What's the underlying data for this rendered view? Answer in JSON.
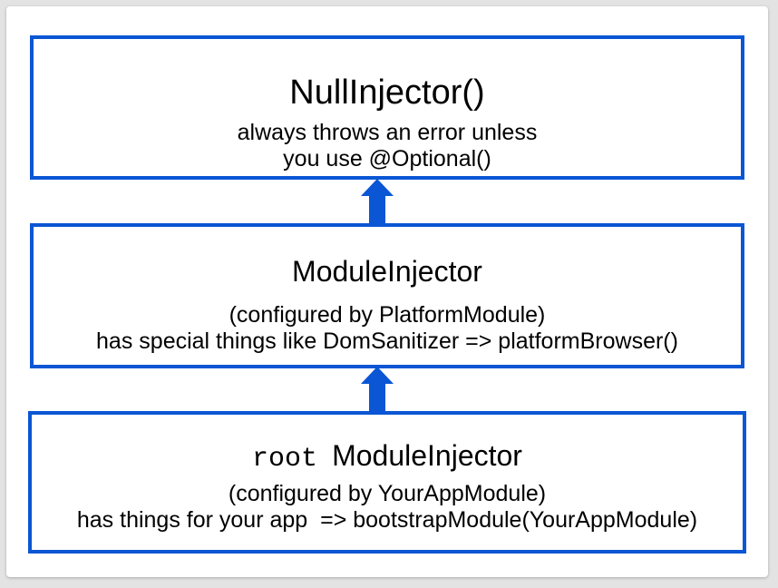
{
  "colors": {
    "border": "#0a56d4",
    "arrow": "#0a56d4",
    "background": "#e3e3e3",
    "card": "#ffffff",
    "text": "#000000"
  },
  "boxes": {
    "null_injector": {
      "title": "NullInjector()",
      "line1": "always throws an error unless",
      "line2": "you use @Optional()"
    },
    "module_injector": {
      "title": "ModuleInjector",
      "line1": "(configured by PlatformModule)",
      "line2": "has special things like DomSanitizer => platformBrowser()"
    },
    "root_module_injector": {
      "code_prefix": "root",
      "title": "ModuleInjector",
      "line1": "(configured by YourAppModule)",
      "line2": "has things for your app  => bootstrapModule(YourAppModule)"
    }
  },
  "icons": {
    "arrow": "arrow-up-icon"
  }
}
